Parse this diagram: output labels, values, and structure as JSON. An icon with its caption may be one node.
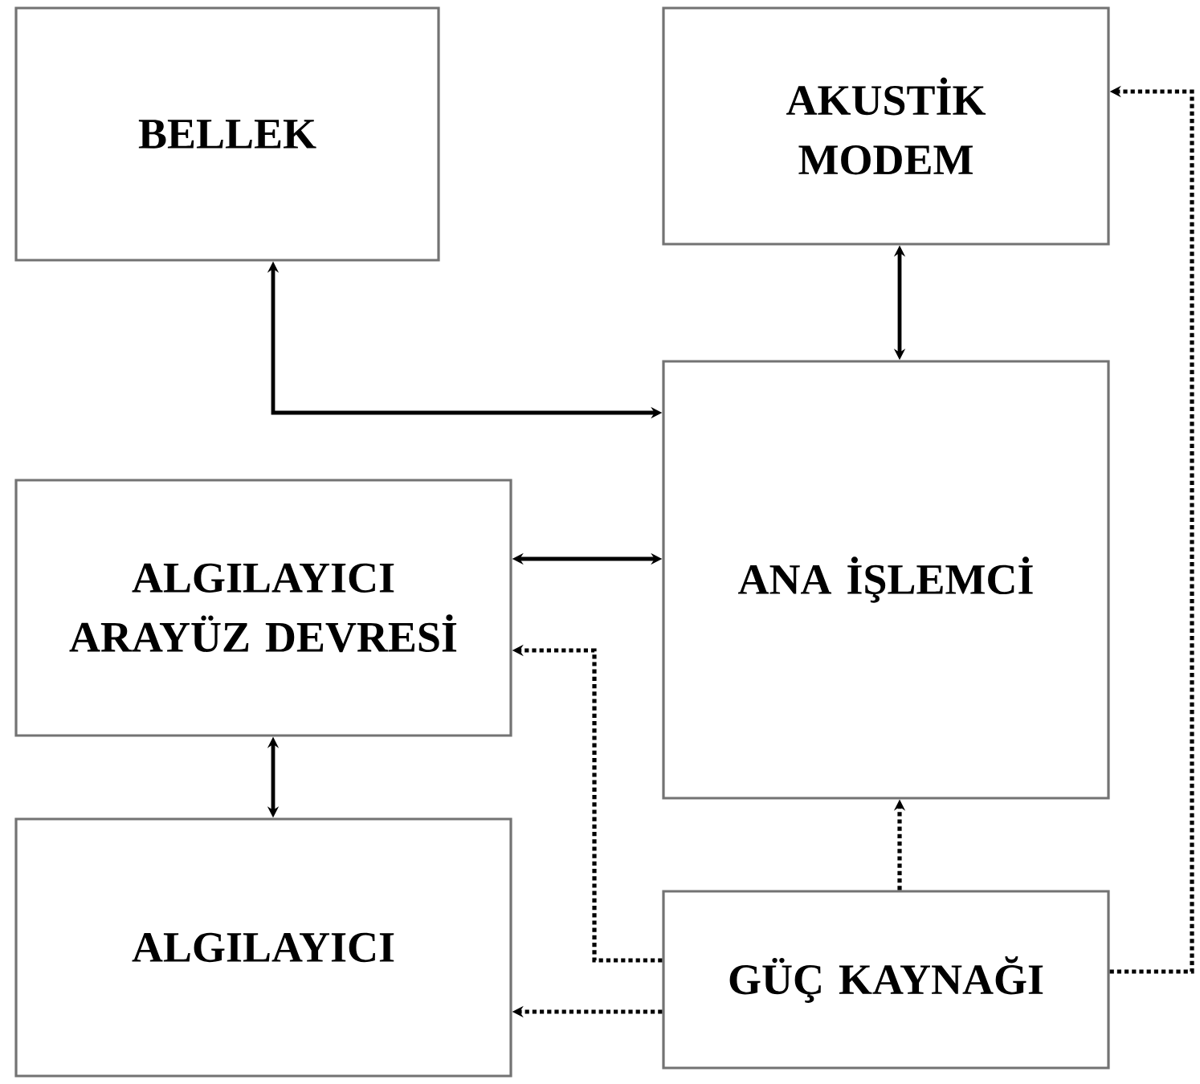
{
  "diagram": {
    "nodes": [
      {
        "text": [
          "BELLEK"
        ]
      },
      {
        "text": [
          "AKUSTİK MODEM"
        ]
      },
      {
        "text": [
          "ANA İŞLEMCİ"
        ]
      },
      {
        "text": [
          "ALGILAYICI ARAYÜZ DEVRESİ"
        ]
      },
      {
        "text": [
          "ALGILAYICI"
        ]
      },
      {
        "text": [
          "GÜÇ KAYNAĞI"
        ]
      }
    ],
    "edges": [
      {
        "from": 0,
        "to": 2,
        "arrow": "both"
      },
      {
        "from": 1,
        "to": 2,
        "arrow": "both"
      },
      {
        "from": 3,
        "to": 2,
        "arrow": "both"
      },
      {
        "from": 3,
        "to": 4,
        "arrow": "both"
      },
      {
        "from": 5,
        "to": 2,
        "arrow": "to",
        "style": "dashed"
      },
      {
        "from": 5,
        "to": 3,
        "arrow": "to",
        "style": "dashed"
      },
      {
        "from": 5,
        "to": 4,
        "arrow": "to",
        "style": "dashed"
      },
      {
        "from": 5,
        "to": 1,
        "arrow": "to",
        "style": "dashed"
      }
    ]
  }
}
